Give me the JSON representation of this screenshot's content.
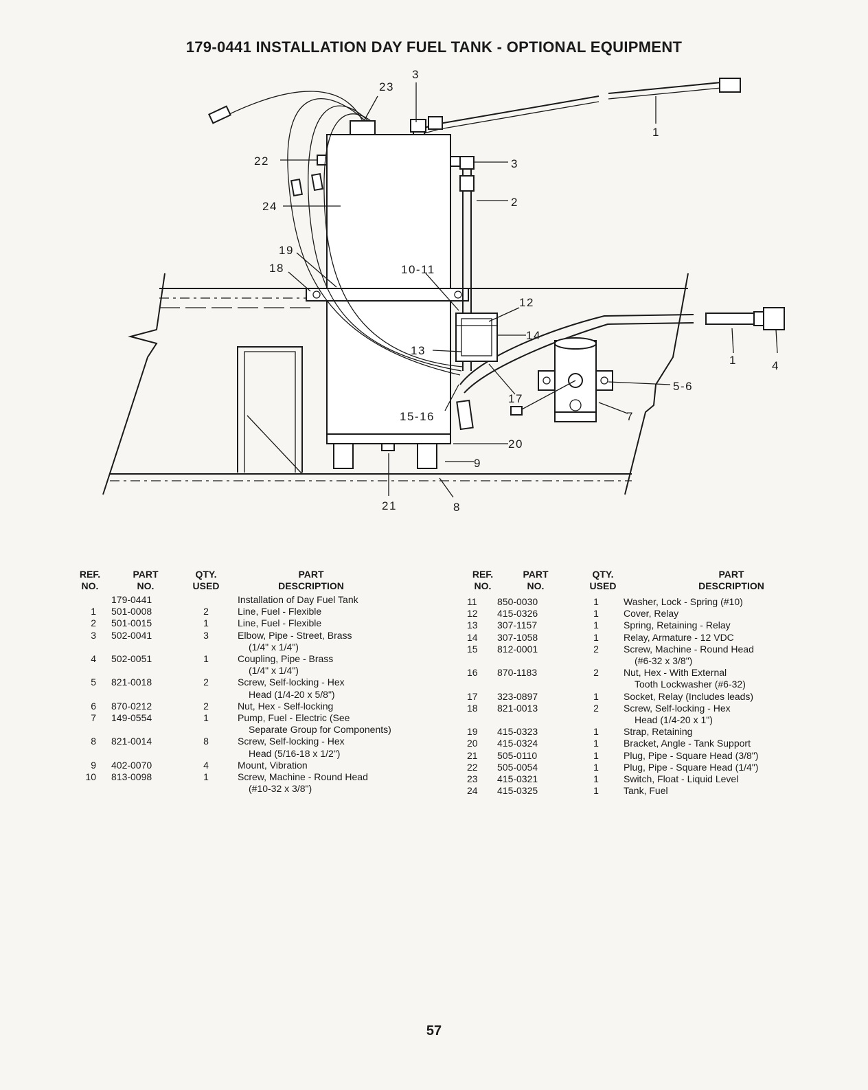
{
  "title": "179-0441 INSTALLATION DAY FUEL TANK - OPTIONAL EQUIPMENT",
  "callouts": [
    "3",
    "23",
    "1",
    "22",
    "3",
    "24",
    "2",
    "19",
    "18",
    "10-11",
    "12",
    "14",
    "1",
    "4",
    "13",
    "5-6",
    "17",
    "15-16",
    "7",
    "20",
    "9",
    "21",
    "8"
  ],
  "headers": {
    "ref_no": [
      "REF.",
      "NO."
    ],
    "part_no": [
      "PART",
      "NO."
    ],
    "qty_used": [
      "QTY.",
      "USED"
    ],
    "part_description": [
      "PART",
      "DESCRIPTION"
    ]
  },
  "parts_left": [
    {
      "ref": "",
      "part": "179-0441",
      "qty": "",
      "desc": "Installation of Day Fuel Tank"
    },
    {
      "ref": "1",
      "part": "501-0008",
      "qty": "2",
      "desc": "Line, Fuel - Flexible"
    },
    {
      "ref": "2",
      "part": "501-0015",
      "qty": "1",
      "desc": "Line, Fuel - Flexible"
    },
    {
      "ref": "3",
      "part": "502-0041",
      "qty": "3",
      "desc": "Elbow, Pipe - Street, Brass"
    },
    {
      "ref": "",
      "part": "",
      "qty": "",
      "desc": "(1/4\" x 1/4\")"
    },
    {
      "ref": "4",
      "part": "502-0051",
      "qty": "1",
      "desc": "Coupling, Pipe - Brass"
    },
    {
      "ref": "",
      "part": "",
      "qty": "",
      "desc": "(1/4\" x 1/4\")"
    },
    {
      "ref": "5",
      "part": "821-0018",
      "qty": "2",
      "desc": "Screw, Self-locking - Hex"
    },
    {
      "ref": "",
      "part": "",
      "qty": "",
      "desc": "Head (1/4-20 x 5/8\")"
    },
    {
      "ref": "6",
      "part": "870-0212",
      "qty": "2",
      "desc": "Nut, Hex - Self-locking"
    },
    {
      "ref": "7",
      "part": "149-0554",
      "qty": "1",
      "desc": "Pump, Fuel - Electric (See"
    },
    {
      "ref": "",
      "part": "",
      "qty": "",
      "desc": "Separate Group for Components)"
    },
    {
      "ref": "8",
      "part": "821-0014",
      "qty": "8",
      "desc": "Screw, Self-locking - Hex"
    },
    {
      "ref": "",
      "part": "",
      "qty": "",
      "desc": "Head (5/16-18 x 1/2\")"
    },
    {
      "ref": "9",
      "part": "402-0070",
      "qty": "4",
      "desc": "Mount, Vibration"
    },
    {
      "ref": "10",
      "part": "813-0098",
      "qty": "1",
      "desc": "Screw, Machine - Round Head"
    },
    {
      "ref": "",
      "part": "",
      "qty": "",
      "desc": "(#10-32 x 3/8\")"
    }
  ],
  "parts_right": [
    {
      "ref": "11",
      "part": "850-0030",
      "qty": "1",
      "desc": "Washer, Lock - Spring (#10)"
    },
    {
      "ref": "12",
      "part": "415-0326",
      "qty": "1",
      "desc": "Cover, Relay"
    },
    {
      "ref": "13",
      "part": "307-1157",
      "qty": "1",
      "desc": "Spring, Retaining - Relay"
    },
    {
      "ref": "14",
      "part": "307-1058",
      "qty": "1",
      "desc": "Relay, Armature - 12 VDC"
    },
    {
      "ref": "15",
      "part": "812-0001",
      "qty": "2",
      "desc": "Screw, Machine - Round Head"
    },
    {
      "ref": "",
      "part": "",
      "qty": "",
      "desc": "(#6-32 x 3/8\")"
    },
    {
      "ref": "16",
      "part": "870-1183",
      "qty": "2",
      "desc": "Nut, Hex - With External"
    },
    {
      "ref": "",
      "part": "",
      "qty": "",
      "desc": "Tooth Lockwasher (#6-32)"
    },
    {
      "ref": "17",
      "part": "323-0897",
      "qty": "1",
      "desc": "Socket, Relay (Includes leads)"
    },
    {
      "ref": "18",
      "part": "821-0013",
      "qty": "2",
      "desc": "Screw, Self-locking - Hex"
    },
    {
      "ref": "",
      "part": "",
      "qty": "",
      "desc": "Head (1/4-20 x 1\")"
    },
    {
      "ref": "19",
      "part": "415-0323",
      "qty": "1",
      "desc": "Strap, Retaining"
    },
    {
      "ref": "20",
      "part": "415-0324",
      "qty": "1",
      "desc": "Bracket, Angle - Tank Support"
    },
    {
      "ref": "21",
      "part": "505-0110",
      "qty": "1",
      "desc": "Plug, Pipe - Square Head (3/8\")"
    },
    {
      "ref": "22",
      "part": "505-0054",
      "qty": "1",
      "desc": "Plug, Pipe - Square Head (1/4\")"
    },
    {
      "ref": "23",
      "part": "415-0321",
      "qty": "1",
      "desc": "Switch, Float - Liquid Level"
    },
    {
      "ref": "24",
      "part": "415-0325",
      "qty": "1",
      "desc": "Tank, Fuel"
    }
  ],
  "page_number": "57"
}
